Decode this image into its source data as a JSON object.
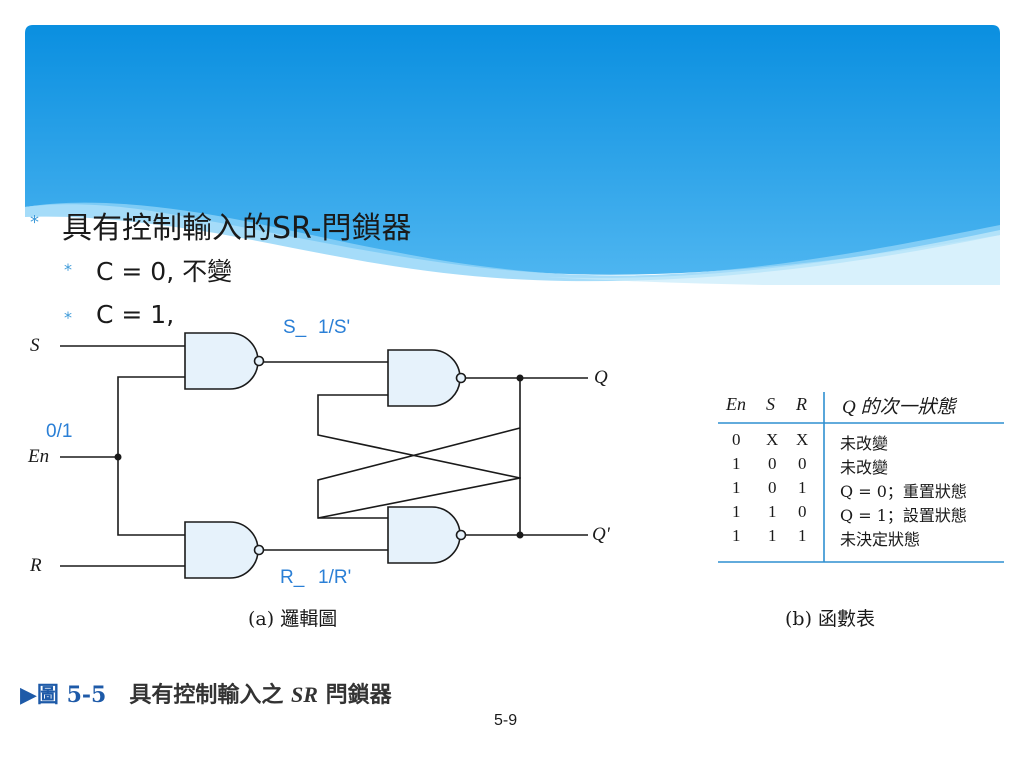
{
  "slide": {
    "heading": "具有控制輸入的SR-閂鎖器",
    "bullets": [
      "C = 0, 不變",
      "C = 1,"
    ],
    "bullet_marker": "*",
    "page_number": "5-9",
    "accent_color": "#0a8fe0",
    "annotation_color": "#2a7fd6"
  },
  "circuit": {
    "inputs": {
      "s": "S",
      "en": "En",
      "r": "R"
    },
    "outputs": {
      "q": "Q",
      "qn": "Q'"
    },
    "annotations": {
      "s_bar": "S_",
      "s_value": "1/S'",
      "en_value": "0/1",
      "r_bar": "R_",
      "r_value": "1/R'"
    },
    "caption": "(a) 邏輯圖",
    "gate_fill": "#e6f2fb"
  },
  "function_table": {
    "headers": [
      "En",
      "S",
      "R",
      "Q 的次一狀態"
    ],
    "rows": [
      [
        "0",
        "X",
        "X",
        "未改變"
      ],
      [
        "1",
        "0",
        "0",
        "未改變"
      ],
      [
        "1",
        "0",
        "1",
        "Q = 0；重置狀態"
      ],
      [
        "1",
        "1",
        "0",
        "Q = 1；設置狀態"
      ],
      [
        "1",
        "1",
        "1",
        "未決定狀態"
      ]
    ],
    "caption": "(b) 函數表"
  },
  "figure": {
    "marker": "▶",
    "label": "圖 5-5",
    "title_prefix": "具有控制輸入之",
    "title_italic": "SR",
    "title_suffix": "閂鎖器"
  }
}
